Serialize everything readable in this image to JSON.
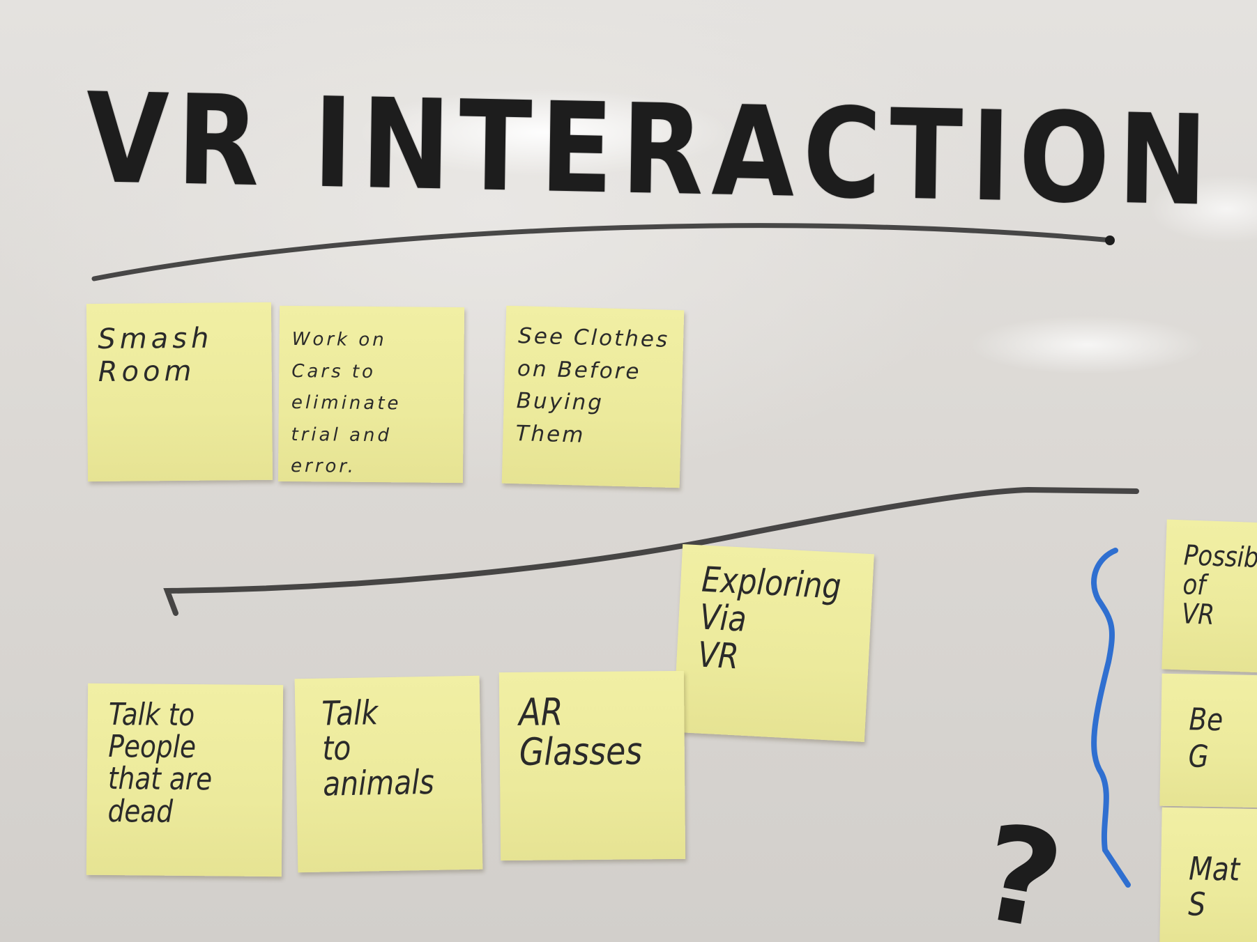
{
  "board": {
    "title": "VR INTERACTION"
  },
  "top_row_notes": [
    {
      "text": "Smash\nRoom"
    },
    {
      "text": "Work on\nCars to\neliminate\ntrial and error."
    },
    {
      "text": "See Clothes\non Before\nBuying\nThem"
    }
  ],
  "middle_note": {
    "text": "Exploring\nVia\nVR"
  },
  "bottom_row_notes": [
    {
      "text": "Talk to\nPeople\nthat are\ndead"
    },
    {
      "text": "Talk\nto\nanimals"
    },
    {
      "text": "AR\nGlasses"
    }
  ],
  "right_notes": [
    {
      "text": "Possibil\nof\nVR"
    },
    {
      "text": "Be\nG"
    },
    {
      "text": "Mat\nS"
    }
  ],
  "question_mark": "?",
  "colors": {
    "marker_black": "#1d1d1d",
    "marker_blue": "#2f6fd0",
    "sticky_yellow": "#eeec9f"
  }
}
